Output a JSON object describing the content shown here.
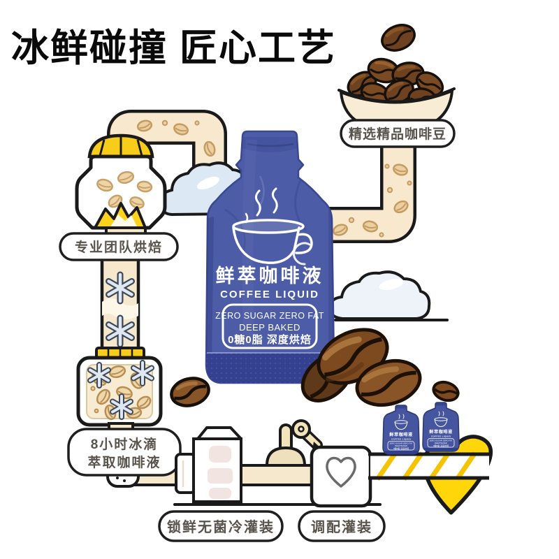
{
  "title": "冰鲜碰撞 匠心工艺",
  "labels": {
    "select_beans": "精选精品咖啡豆",
    "roasting": "专业团队烘焙",
    "ice_drip_line1": "8小时冰滴",
    "ice_drip_line2": "萃取咖啡液",
    "cold_filling": "锁鲜无菌冷灌装",
    "blending": "调配灌装"
  },
  "pouch": {
    "name_cn": "鲜萃咖啡液",
    "name_en": "COFFEE LIQUID",
    "badge_line1": "ZERO SUGAR ZERO FAT",
    "badge_line2": "DEEP BAKED",
    "badge_line3": "0糖0脂 深度烘焙"
  },
  "colors": {
    "pouch_blue": "#4d5ca6",
    "pouch_band": "#334190",
    "pipe_cream": "#f5e8cd",
    "accent_yellow": "#f8cd1a",
    "heart_yellow": "#ffd60a",
    "bean_brown": "#7d4a1f",
    "cloud_blue": "#dde8f5",
    "outline_black": "#1a1a1a"
  }
}
